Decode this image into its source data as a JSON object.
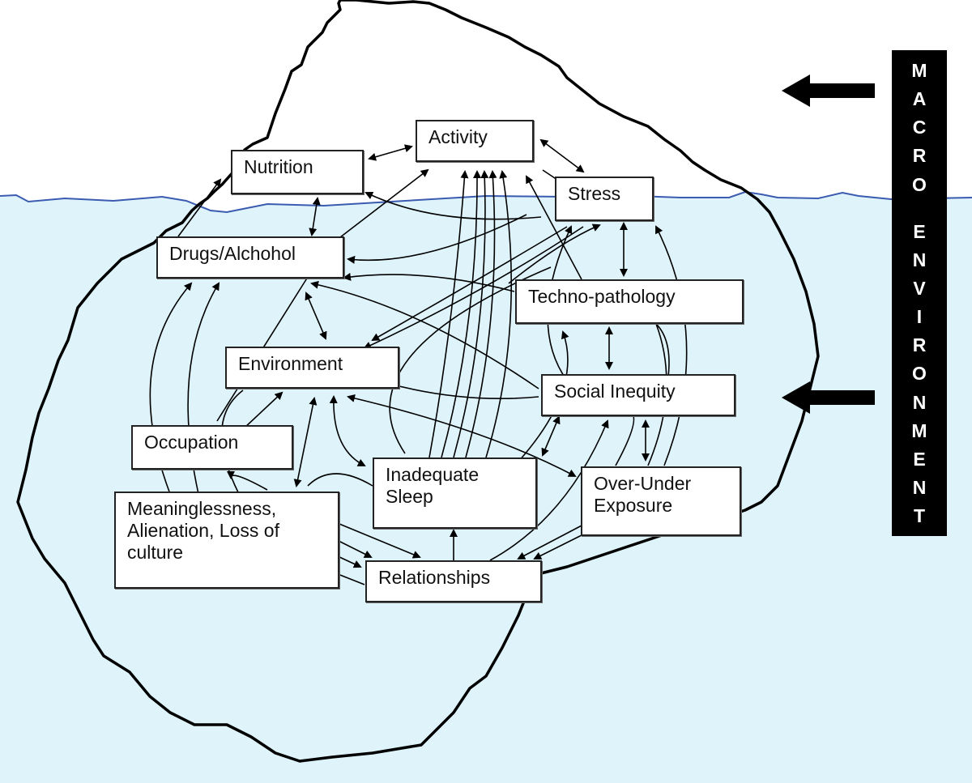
{
  "diagram": {
    "type": "iceberg-model",
    "macro_environment_label": "MACRO ENVIRONMENT",
    "macro_letters": [
      "M",
      "A",
      "C",
      "R",
      "O",
      "",
      "E",
      "N",
      "V",
      "I",
      "R",
      "O",
      "N",
      "M",
      "E",
      "N",
      "T"
    ],
    "colors": {
      "water": "#dff3fb",
      "waterline": "#3a5bb0",
      "outline": "#000000",
      "box_fill": "#ffffff",
      "macro_bar": "#000000"
    },
    "nodes": {
      "activity": "Activity",
      "nutrition": "Nutrition",
      "stress": "Stress",
      "drugs": "Drugs/Alchohol",
      "techno": "Techno-pathology",
      "environment": "Environment",
      "social": "Social Inequity",
      "occupation": "Occupation",
      "sleep": "Inadequate Sleep",
      "exposure": "Over-Under Exposure",
      "meaning": "Meaninglessness, Alienation, Loss of culture",
      "relationships": "Relationships"
    },
    "pressure_arrows": [
      "macro-arrow-upper",
      "macro-arrow-lower"
    ]
  }
}
